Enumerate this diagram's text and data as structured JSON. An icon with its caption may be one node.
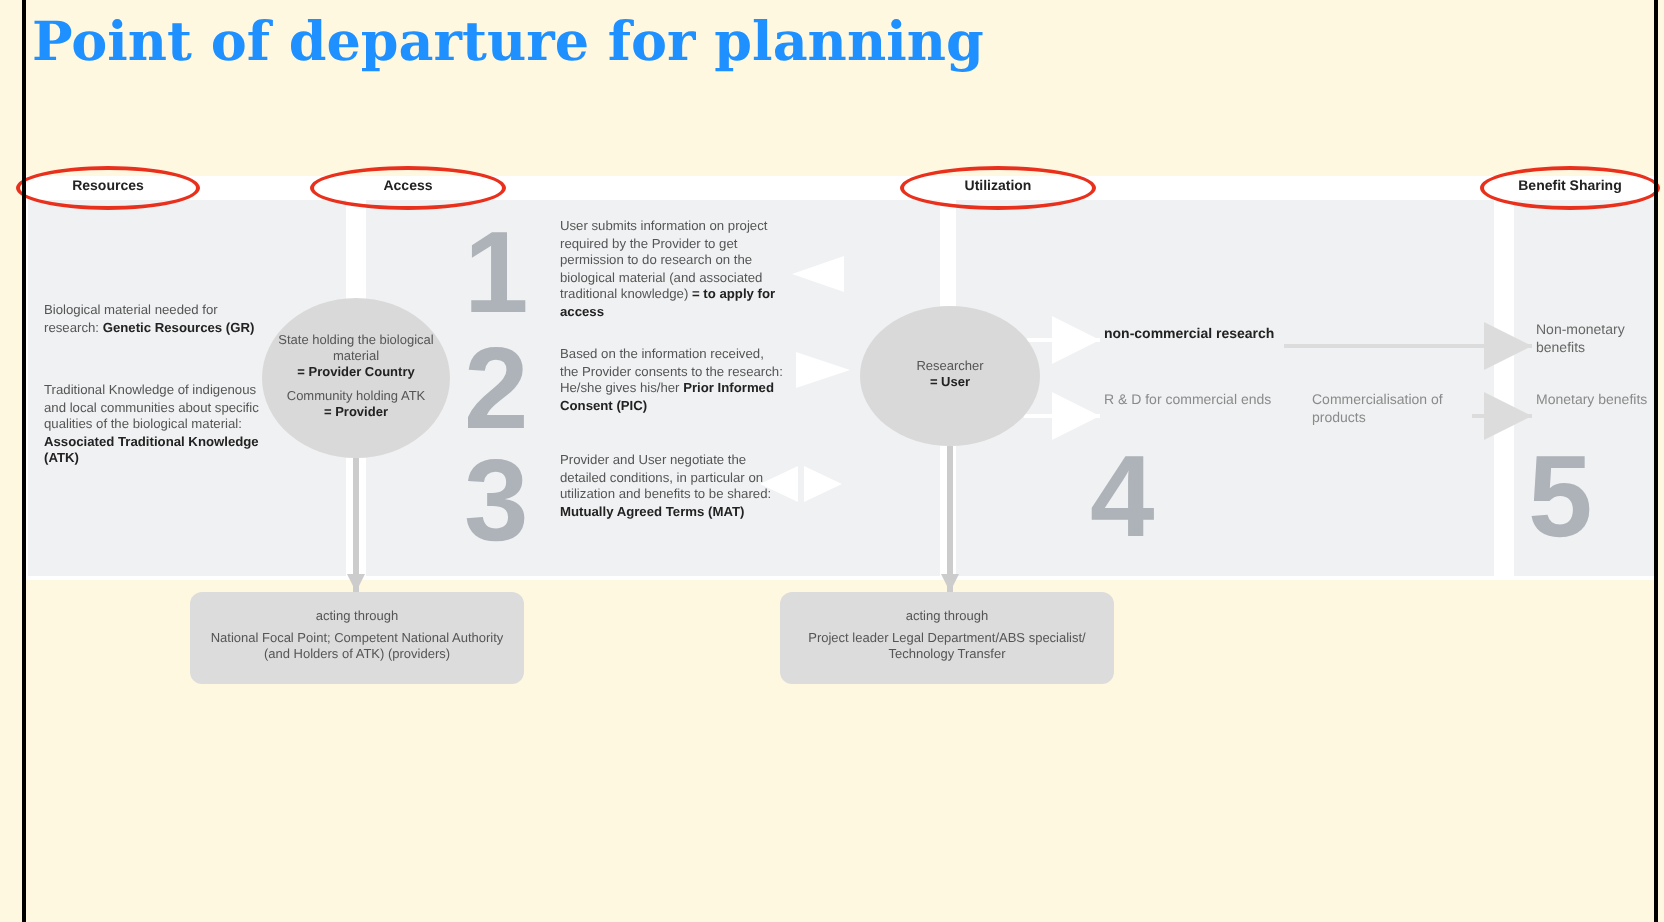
{
  "diagram": {
    "title": "Point of departure for planning",
    "nodes": [
      {
        "text": [
          "Resources"
        ]
      },
      {
        "text": [
          "Access"
        ]
      },
      {
        "text": [
          "Utilization"
        ]
      },
      {
        "text": [
          "Benefit Sharing"
        ]
      },
      {
        "text": [
          "State holding the biological material **= Provider Country**",
          "Community holding ATK **= Provider**"
        ]
      },
      {
        "text": [
          "Researcher **= User**"
        ]
      },
      {
        "text": [
          "acting through",
          "National Focal Point; Competent National Authority (and Holders of ATK) (providers)"
        ]
      },
      {
        "text": [
          "acting through",
          "Project leader Legal Department/ABS specialist/ Technology Transfer"
        ]
      },
      {
        "text": [
          "non-commercial research"
        ]
      },
      {
        "text": [
          "R & D for commercial ends"
        ]
      },
      {
        "text": [
          "Commercialisation of products"
        ]
      },
      {
        "text": [
          "Non-monetary benefits"
        ]
      },
      {
        "text": [
          "Monetary benefits"
        ]
      }
    ],
    "edges": [
      {
        "from": 4,
        "to": 6,
        "arrow": "to"
      },
      {
        "from": 5,
        "to": 7,
        "arrow": "to"
      },
      {
        "from": 5,
        "to": 8,
        "arrow": "to",
        "color": "#ffffff"
      },
      {
        "from": 5,
        "to": 9,
        "arrow": "to",
        "color": "#ffffff"
      },
      {
        "from": 8,
        "to": 11,
        "arrow": "to",
        "color": "#dcdcdc"
      },
      {
        "from": 10,
        "to": 12,
        "arrow": "to",
        "color": "#dcdcdc"
      }
    ],
    "labels": [
      "Biological material needed for research: **Genetic Resources (GR)**",
      "Traditional Knowledge of indigenous and local communities about specific qualities of the biological material: **Associated Traditional Knowledge (ATK)**",
      "User submits information on project required by the Provider to get permission to do research on the biological material (and associated traditional knowledge) **= to apply for access**",
      "Based on the information received, the Provider consents to the research: He/she gives his/her **Prior Informed Consent (PIC)**",
      "Provider and User negotiate the detailed conditions, in particular on utilization and benefits to be shared: **Mutually Agreed Terms (MAT)**",
      "1",
      "2",
      "3",
      "4",
      "5"
    ]
  }
}
